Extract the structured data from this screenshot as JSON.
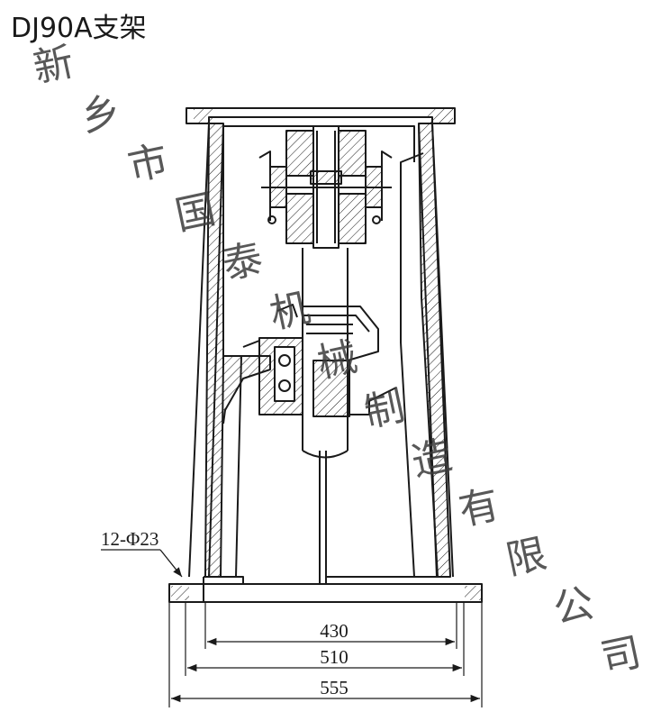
{
  "title": "DJ90A支架",
  "hole_spec": "12-Φ23",
  "dimensions": {
    "inner": "430",
    "middle": "510",
    "outer": "555"
  },
  "watermark": [
    "新",
    "乡",
    "市",
    "国",
    "泰",
    "机",
    "械",
    "制",
    "造",
    "有",
    "限",
    "公",
    "司"
  ],
  "colors": {
    "line": "#1a1a1a",
    "watermark": "#3a3a3a",
    "background": "#ffffff"
  }
}
